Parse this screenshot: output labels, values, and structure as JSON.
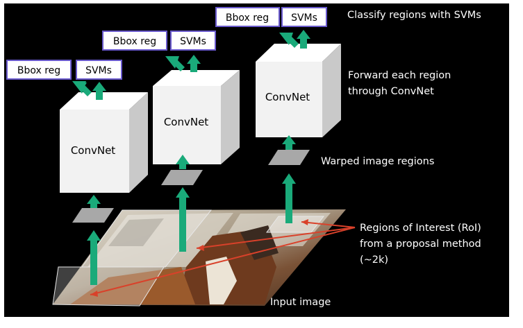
{
  "title_text": "Classify regions with SVMs",
  "forward_text_line1": "Forward each region",
  "forward_text_line2": "through ConvNet",
  "warped_text": "Warped image regions",
  "roi_line1": "Regions of Interest (RoI)",
  "roi_line2": "from a proposal method",
  "roi_line3": "(~2k)",
  "input_text": "Input image",
  "convnet_label": "ConvNet",
  "bbox_label": "Bbox reg",
  "svm_label": "SVMs",
  "colors": {
    "background": "#000000",
    "arrow_green": "#1aaa7a",
    "box_border": "#6a5acd",
    "pointer_red": "#d9412a",
    "cube_front": "#f2f2f2",
    "cube_top": "#ffffff",
    "cube_side": "#c9c9c9",
    "patch_gray": "#a8a8a8"
  }
}
